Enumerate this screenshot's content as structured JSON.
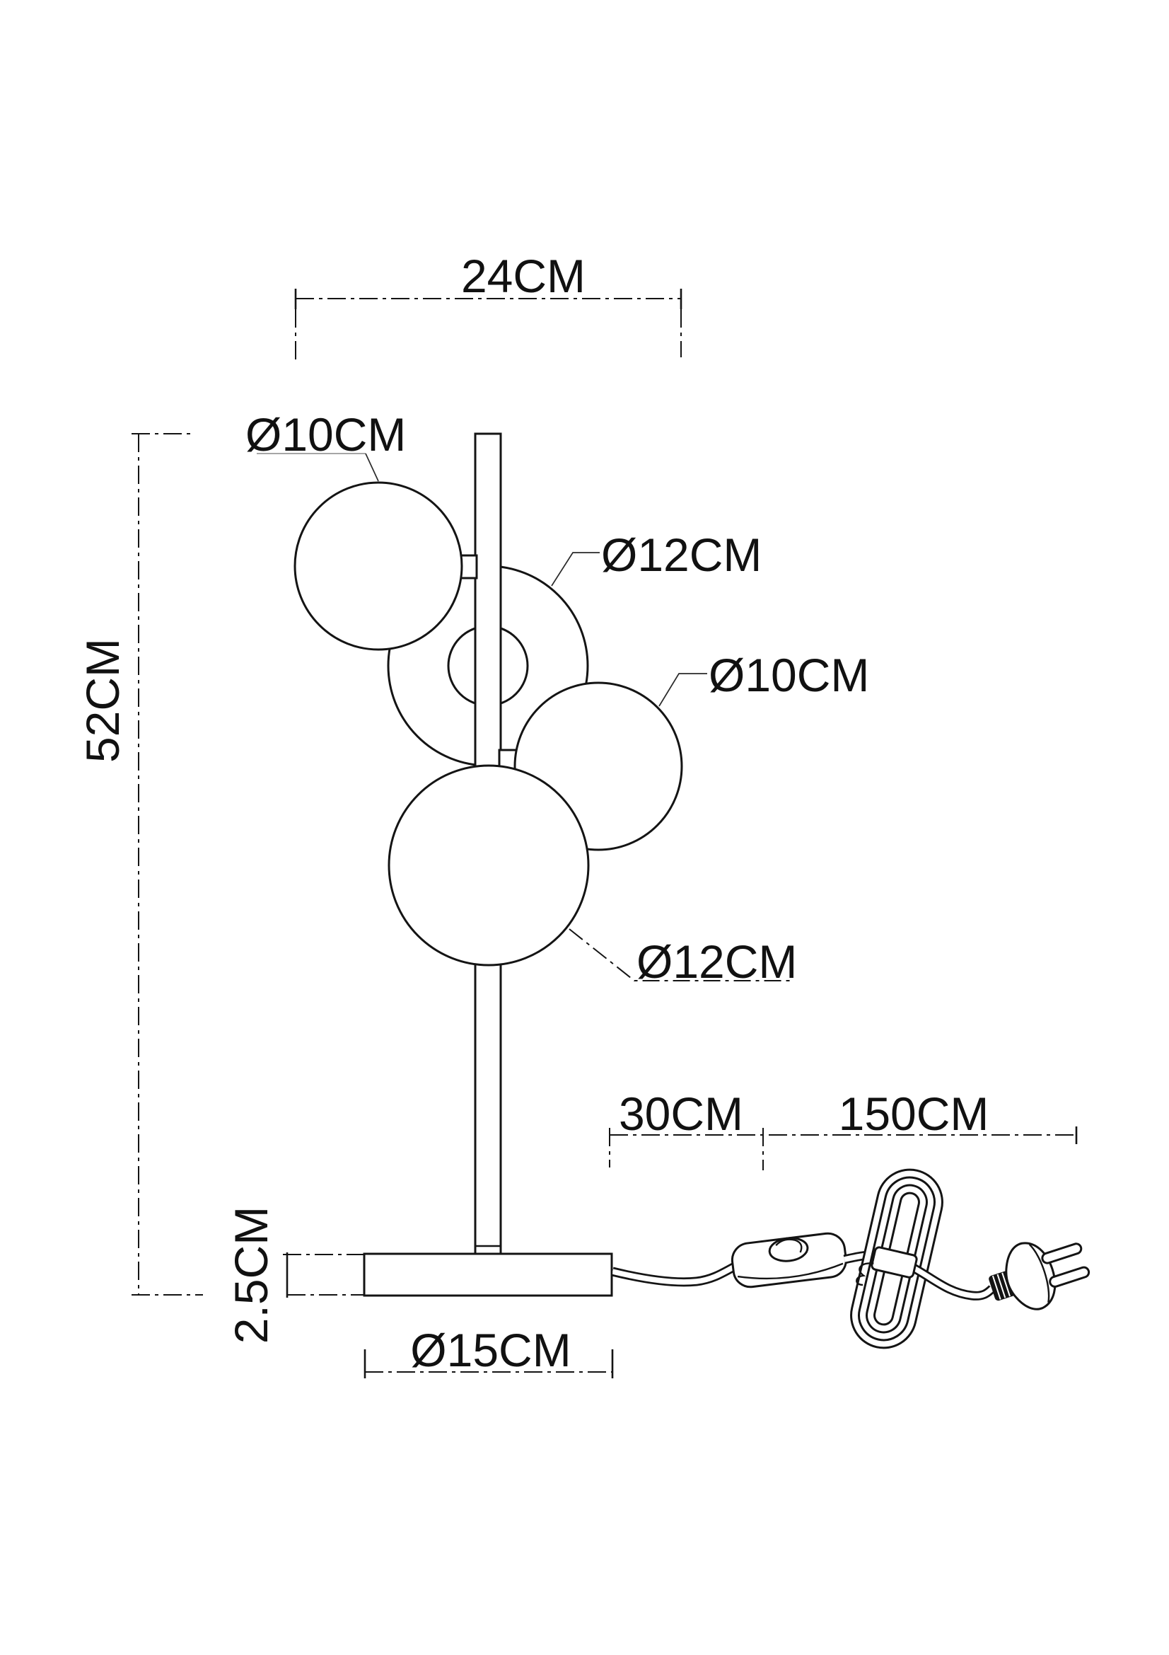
{
  "drawing": {
    "kind": "lamp-dimension-diagram",
    "background_color": "#ffffff",
    "line_color": "#141414",
    "text_color": "#111111"
  },
  "labels": {
    "overall_width": "24CM",
    "overall_height": "52CM",
    "shade_top_left": "Ø10CM",
    "shade_middle": "Ø12CM",
    "shade_right": "Ø10CM",
    "shade_bottom": "Ø12CM",
    "base_height": "2.5CM",
    "base_diameter": "Ø15CM",
    "cord_base_to_switch": "30CM",
    "cord_switch_to_plug": "150CM"
  }
}
